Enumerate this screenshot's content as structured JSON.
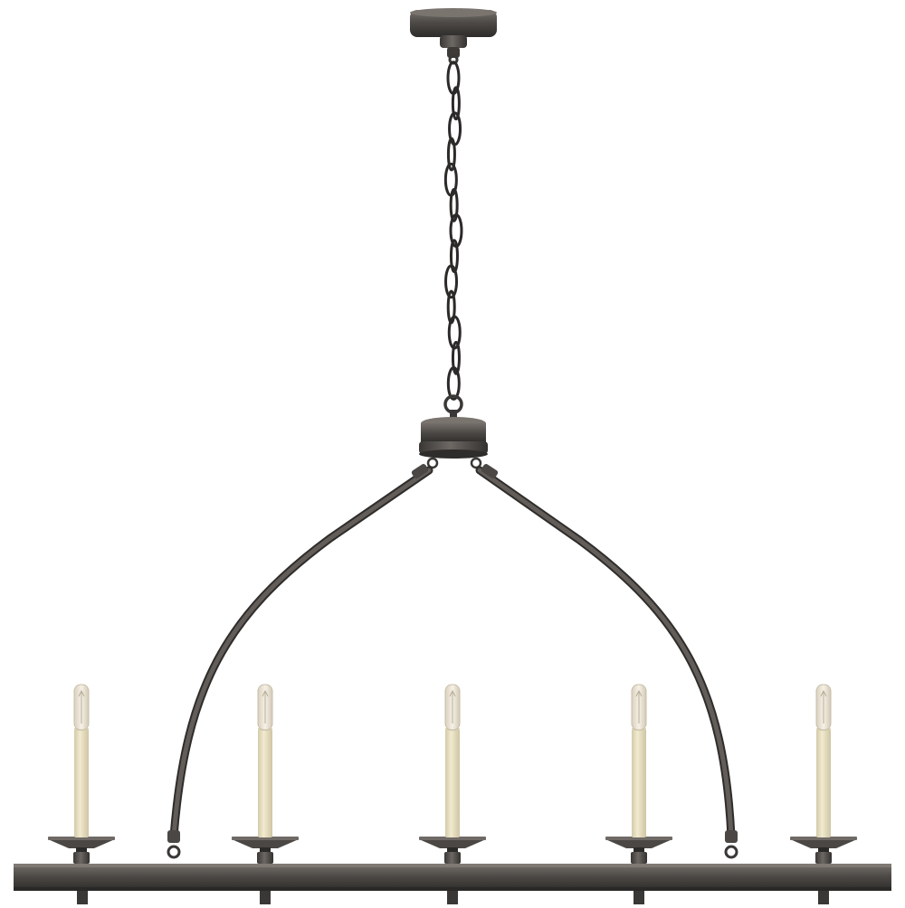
{
  "image": {
    "subject": "linear-chandelier-product-photo",
    "background": "#ffffff"
  },
  "chandelier": {
    "finish_color": "#4a4744",
    "finish_highlight": "#6f6a66",
    "finish_shadow": "#2c2a28",
    "candle_sleeve_color": "#ece4c8",
    "candle_sleeve_shade": "#d7ceb0",
    "bulb_color": "#efe7d6",
    "candle_count": 5,
    "chain_links": 13
  }
}
